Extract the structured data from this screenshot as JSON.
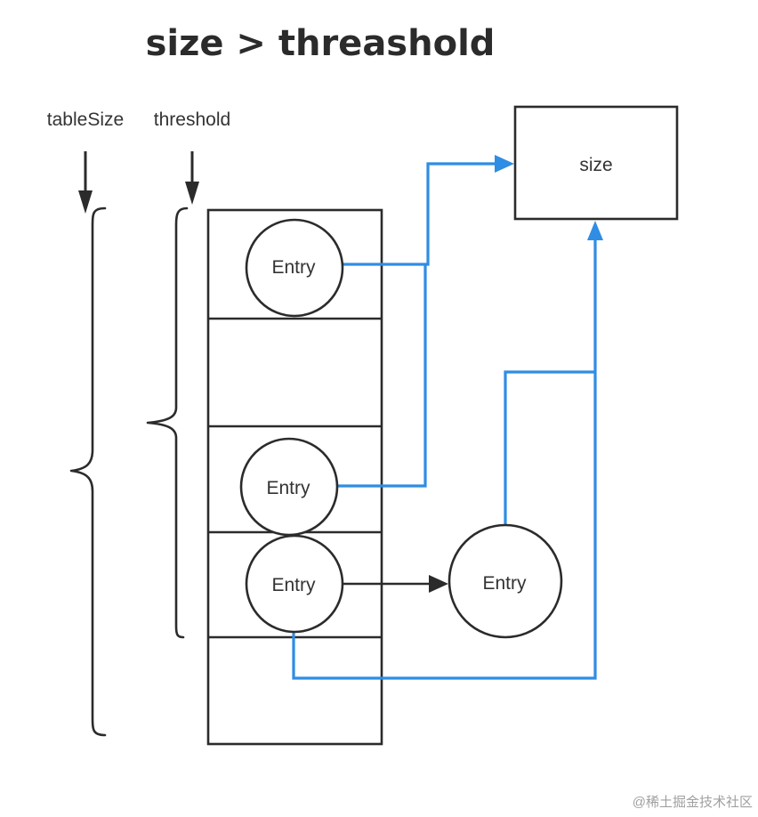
{
  "title": "size > threashold",
  "labels": {
    "table_size": "tableSize",
    "threshold": "threshold"
  },
  "size_box": {
    "label": "size"
  },
  "entries": [
    {
      "label": "Entry"
    },
    {
      "label": "Entry"
    },
    {
      "label": "Entry"
    },
    {
      "label": "Entry"
    }
  ],
  "watermark": "@稀土掘金技术社区",
  "colors": {
    "link": "#2f8de4",
    "stroke": "#2b2b2b"
  }
}
